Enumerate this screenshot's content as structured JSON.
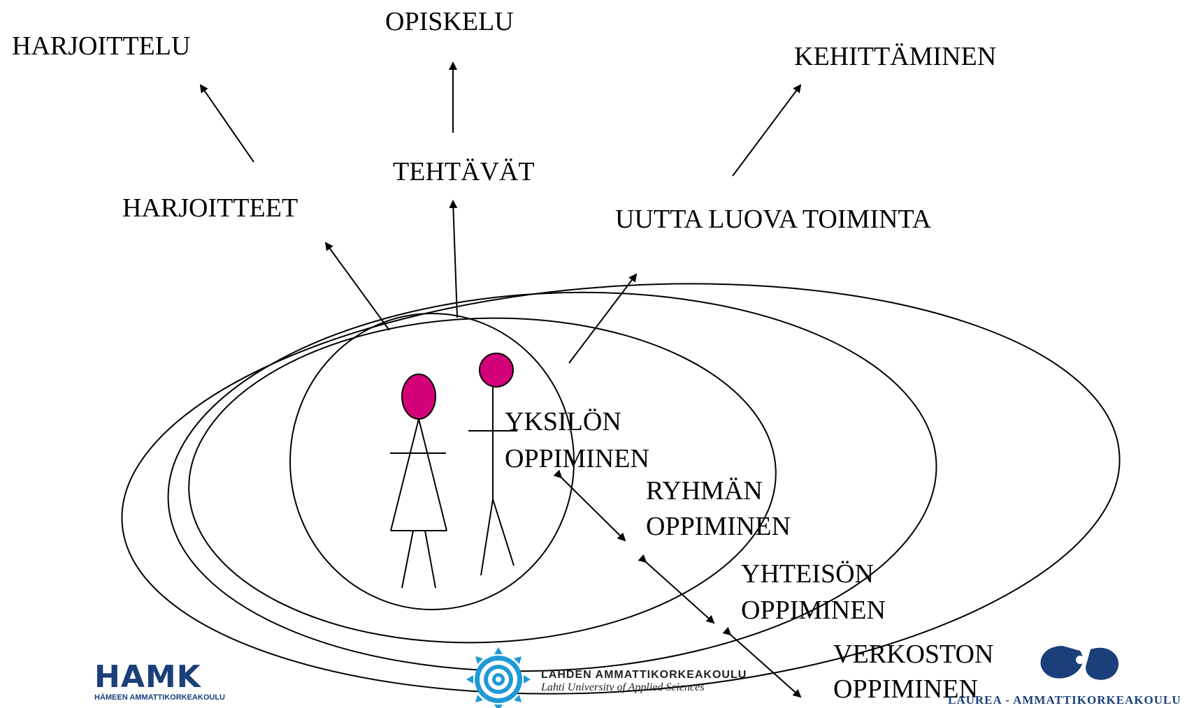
{
  "top_labels": {
    "harjoittelu": "HARJOITTELU",
    "opiskelu": "OPISKELU",
    "kehittaminen": "KEHITTÄMINEN"
  },
  "mid_labels": {
    "harjoitteet": "HARJOITTEET",
    "tehtavat": "TEHTÄVÄT",
    "uutta_luova": "UUTTA LUOVA TOIMINTA"
  },
  "levels": {
    "yksilo": [
      "YKSILÖN",
      "OPPIMINEN"
    ],
    "ryhma": [
      "RYHMÄN",
      "OPPIMINEN"
    ],
    "yhteiso": [
      "YHTEISÖN",
      "OPPIMINEN"
    ],
    "verkosto": [
      "VERKOSTON",
      "OPPIMINEN"
    ]
  },
  "logos": {
    "hamk": {
      "name": "HAMK",
      "subtitle": "HÄMEEN AMMATTIKORKEAKOULU",
      "color": "#1a3f7a"
    },
    "lahti": {
      "name": "LAHDEN AMMATTIKORKEAKOULU",
      "subtitle": "Lahti University of Applied Sciences",
      "color": "#1f9ad6"
    },
    "laurea": {
      "name": "LAUREA - AMMATTIKORKEAKOULU",
      "color": "#1a3f7a"
    }
  },
  "figure_colors": {
    "head": "#d4007a",
    "line": "#000000"
  },
  "icons": [
    "woman-figure-icon",
    "man-figure-icon",
    "lahti-swirl-icon",
    "laurea-emblem-icon"
  ]
}
